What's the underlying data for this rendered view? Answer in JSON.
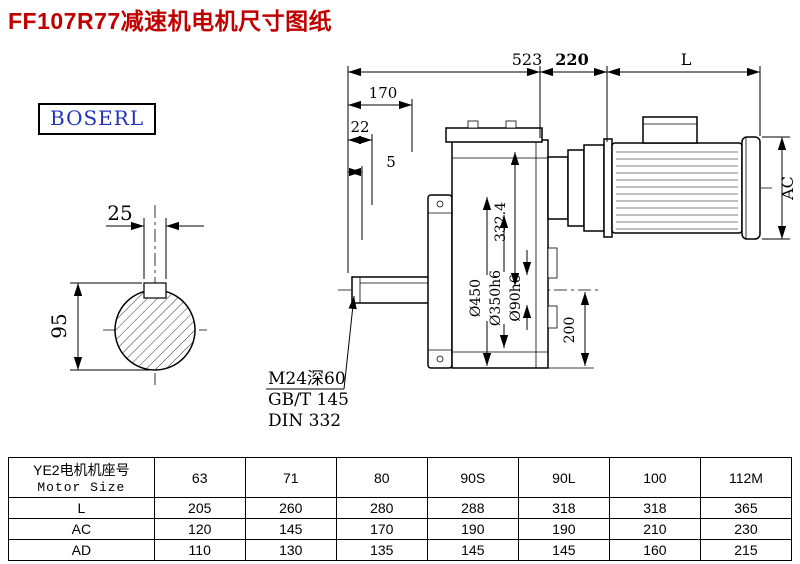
{
  "page": {
    "title": "FF107R77减速机电机尺寸图纸"
  },
  "logo": {
    "text": "BOSERL"
  },
  "drawing": {
    "dims": {
      "total": "523",
      "adapter": "220",
      "motor_length": "L",
      "d170": "170",
      "d22": "22",
      "d5": "5",
      "key_width": "25",
      "shaft_key_height": "95",
      "flange_dia": "Ø450",
      "spigot_dia": "Ø350h6",
      "shaft_dia": "Ø90h6",
      "center_height": "332.4",
      "d200": "200",
      "motor_dia": "AC"
    },
    "notes": {
      "tap": "M24深60",
      "std1": "GB/T 145",
      "std2": "DIN 332"
    }
  },
  "table": {
    "header": {
      "title_cn": "YE2电机机座号",
      "title_en": "Motor Size",
      "sizes": [
        "63",
        "71",
        "80",
        "90S",
        "90L",
        "100",
        "112M"
      ]
    },
    "rows": [
      {
        "label": "L",
        "values": [
          "205",
          "260",
          "280",
          "288",
          "318",
          "318",
          "365"
        ]
      },
      {
        "label": "AC",
        "values": [
          "120",
          "145",
          "170",
          "190",
          "190",
          "210",
          "230"
        ]
      },
      {
        "label": "AD",
        "values": [
          "110",
          "130",
          "135",
          "145",
          "145",
          "160",
          "215"
        ]
      }
    ]
  }
}
